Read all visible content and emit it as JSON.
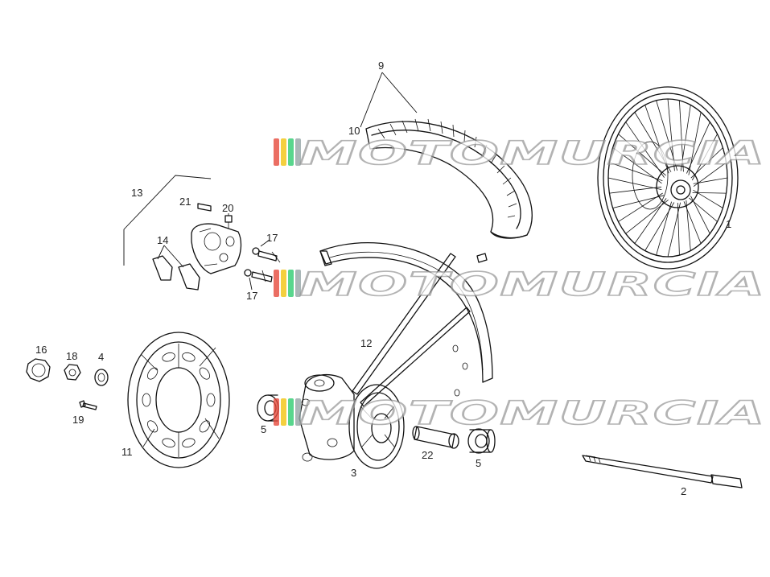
{
  "diagram": {
    "callouts": [
      {
        "id": "c1",
        "text": "1"
      },
      {
        "id": "c2",
        "text": "2"
      },
      {
        "id": "c3",
        "text": "3"
      },
      {
        "id": "c4",
        "text": "4"
      },
      {
        "id": "c5a",
        "text": "5"
      },
      {
        "id": "c5b",
        "text": "5"
      },
      {
        "id": "c9",
        "text": "9"
      },
      {
        "id": "c10",
        "text": "10"
      },
      {
        "id": "c11",
        "text": "11"
      },
      {
        "id": "c12",
        "text": "12"
      },
      {
        "id": "c13",
        "text": "13"
      },
      {
        "id": "c14",
        "text": "14"
      },
      {
        "id": "c16",
        "text": "16"
      },
      {
        "id": "c17a",
        "text": "17"
      },
      {
        "id": "c17b",
        "text": "17"
      },
      {
        "id": "c18",
        "text": "18"
      },
      {
        "id": "c19",
        "text": "19"
      },
      {
        "id": "c20",
        "text": "20"
      },
      {
        "id": "c21",
        "text": "21"
      },
      {
        "id": "c22",
        "text": "22"
      }
    ]
  },
  "watermark": {
    "text": "MOTOMURCIA",
    "colors": [
      "#e64a3c",
      "#f1c40f",
      "#2ecc71",
      "#95a5a6"
    ]
  }
}
